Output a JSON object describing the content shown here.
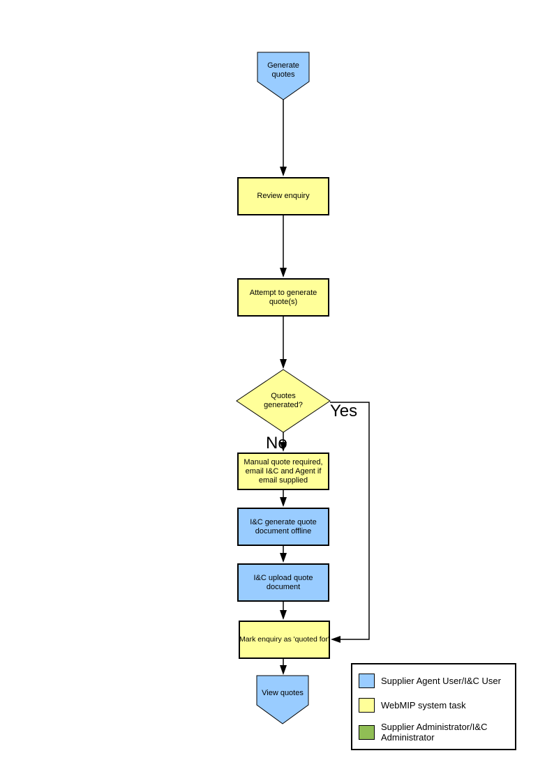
{
  "diagram": {
    "nodes": [
      {
        "id": "start",
        "type": "start-pentagon",
        "label": "Generate quotes",
        "fill": "#99CCFF"
      },
      {
        "id": "review",
        "type": "process",
        "label": "Review enquiry",
        "fill": "#FFFF99"
      },
      {
        "id": "attempt",
        "type": "process",
        "label": "Attempt to generate quote(s)",
        "fill": "#FFFF99"
      },
      {
        "id": "decision",
        "type": "decision",
        "label": "Quotes generated?",
        "fill": "#FFFF99"
      },
      {
        "id": "manual",
        "type": "process",
        "label": "Manual quote required, email I&C and Agent if email supplied",
        "fill": "#FFFF99"
      },
      {
        "id": "generate-offline",
        "type": "process",
        "label": "I&C generate quote document offline",
        "fill": "#99CCFF"
      },
      {
        "id": "upload",
        "type": "process",
        "label": "I&C upload quote document",
        "fill": "#99CCFF"
      },
      {
        "id": "mark",
        "type": "process",
        "label": "Mark enquiry as 'quoted for'",
        "fill": "#FFFF99"
      },
      {
        "id": "end",
        "type": "end-pentagon",
        "label": "View quotes",
        "fill": "#99CCFF"
      }
    ],
    "edges": [
      {
        "from": "start",
        "to": "review",
        "label": ""
      },
      {
        "from": "review",
        "to": "attempt",
        "label": ""
      },
      {
        "from": "attempt",
        "to": "decision",
        "label": ""
      },
      {
        "from": "decision",
        "to": "manual",
        "label": "No"
      },
      {
        "from": "decision",
        "to": "mark",
        "label": "Yes"
      },
      {
        "from": "manual",
        "to": "generate-offline",
        "label": ""
      },
      {
        "from": "generate-offline",
        "to": "upload",
        "label": ""
      },
      {
        "from": "upload",
        "to": "mark",
        "label": ""
      },
      {
        "from": "mark",
        "to": "end",
        "label": ""
      }
    ],
    "branch_labels": {
      "yes": "Yes",
      "no": "No"
    },
    "legend": {
      "items": [
        {
          "color": "#99CCFF",
          "label": "Supplier Agent User/I&C User"
        },
        {
          "color": "#FFFF99",
          "label": "WebMIP system task"
        },
        {
          "color": "#90BE55",
          "label": "Supplier Administrator/I&C Administrator"
        }
      ]
    },
    "colors": {
      "stroke": "#000000",
      "background": "#FFFFFF",
      "user_task": "#99CCFF",
      "system_task": "#FFFF99",
      "admin_task": "#90BE55"
    }
  }
}
